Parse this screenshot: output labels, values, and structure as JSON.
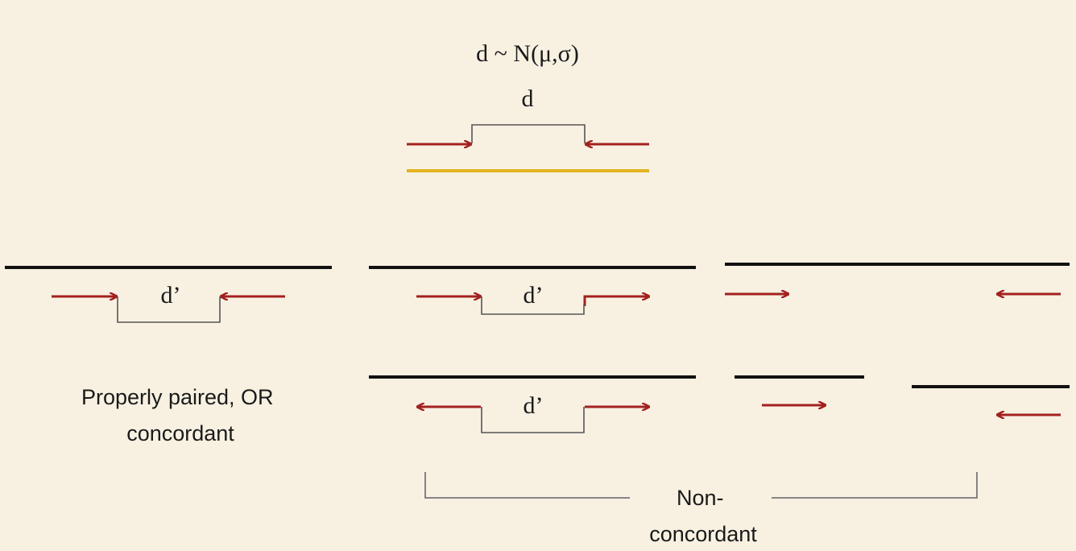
{
  "formula": "d ~ N(μ,σ)",
  "insert_label": "d",
  "gap_label": "d’",
  "label_concordant": [
    "Properly paired, OR",
    "concordant"
  ],
  "label_nonconcordant": [
    "Non-",
    "concordant"
  ],
  "colors": {
    "background": "#f8f1e2",
    "read_arrow": "#a3211f",
    "reference": "#111111",
    "fragment": "#e3b320",
    "bracket": "#555555"
  }
}
